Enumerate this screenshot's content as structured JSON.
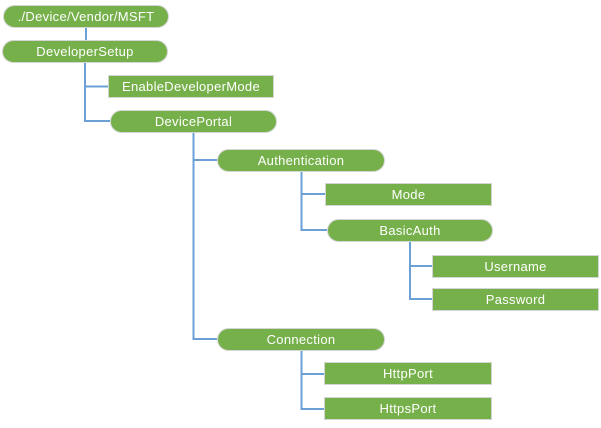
{
  "diagram": {
    "type": "tree",
    "nodes": [
      {
        "label": "./Device/Vendor/MSFT",
        "shape": "pill",
        "parent": null
      },
      {
        "label": "DeveloperSetup",
        "shape": "pill",
        "parent": "./Device/Vendor/MSFT"
      },
      {
        "label": "EnableDeveloperMode",
        "shape": "rect",
        "parent": "DeveloperSetup"
      },
      {
        "label": "DevicePortal",
        "shape": "pill",
        "parent": "DeveloperSetup"
      },
      {
        "label": "Authentication",
        "shape": "pill",
        "parent": "DevicePortal"
      },
      {
        "label": "Mode",
        "shape": "rect",
        "parent": "Authentication"
      },
      {
        "label": "BasicAuth",
        "shape": "pill",
        "parent": "Authentication"
      },
      {
        "label": "Username",
        "shape": "rect",
        "parent": "BasicAuth"
      },
      {
        "label": "Password",
        "shape": "rect",
        "parent": "BasicAuth"
      },
      {
        "label": "Connection",
        "shape": "pill",
        "parent": "DevicePortal"
      },
      {
        "label": "HttpPort",
        "shape": "rect",
        "parent": "Connection"
      },
      {
        "label": "HttpsPort",
        "shape": "rect",
        "parent": "Connection"
      }
    ],
    "colors": {
      "node_fill": "#76B04A",
      "node_border": "#D5D5D5",
      "connector": "#6BA0D6",
      "node_text": "#FFFFFF",
      "background": "#FFFFFF"
    }
  }
}
